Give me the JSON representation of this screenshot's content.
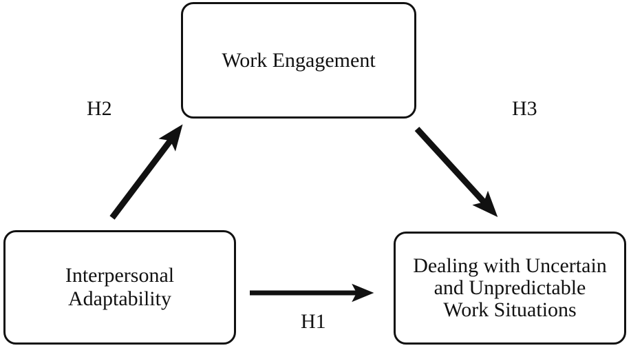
{
  "diagram": {
    "type": "research-model",
    "background_color": "#ffffff",
    "line_color": "#111111",
    "nodes": [
      {
        "id": "work-engagement",
        "label": "Work Engagement",
        "position": "top-center"
      },
      {
        "id": "interpersonal-adaptability",
        "label": "Interpersonal\nAdaptability",
        "position": "bottom-left"
      },
      {
        "id": "dealing-uncertain",
        "label": "Dealing with Uncertain\nand Unpredictable\nWork Situations",
        "position": "bottom-right"
      }
    ],
    "edges": [
      {
        "id": "h1",
        "label": "H1",
        "from": "interpersonal-adaptability",
        "to": "dealing-uncertain",
        "direction": "horizontal-right"
      },
      {
        "id": "h2",
        "label": "H2",
        "from": "interpersonal-adaptability",
        "to": "work-engagement",
        "direction": "diagonal-up-right"
      },
      {
        "id": "h3",
        "label": "H3",
        "from": "work-engagement",
        "to": "dealing-uncertain",
        "direction": "diagonal-down-right"
      }
    ]
  }
}
